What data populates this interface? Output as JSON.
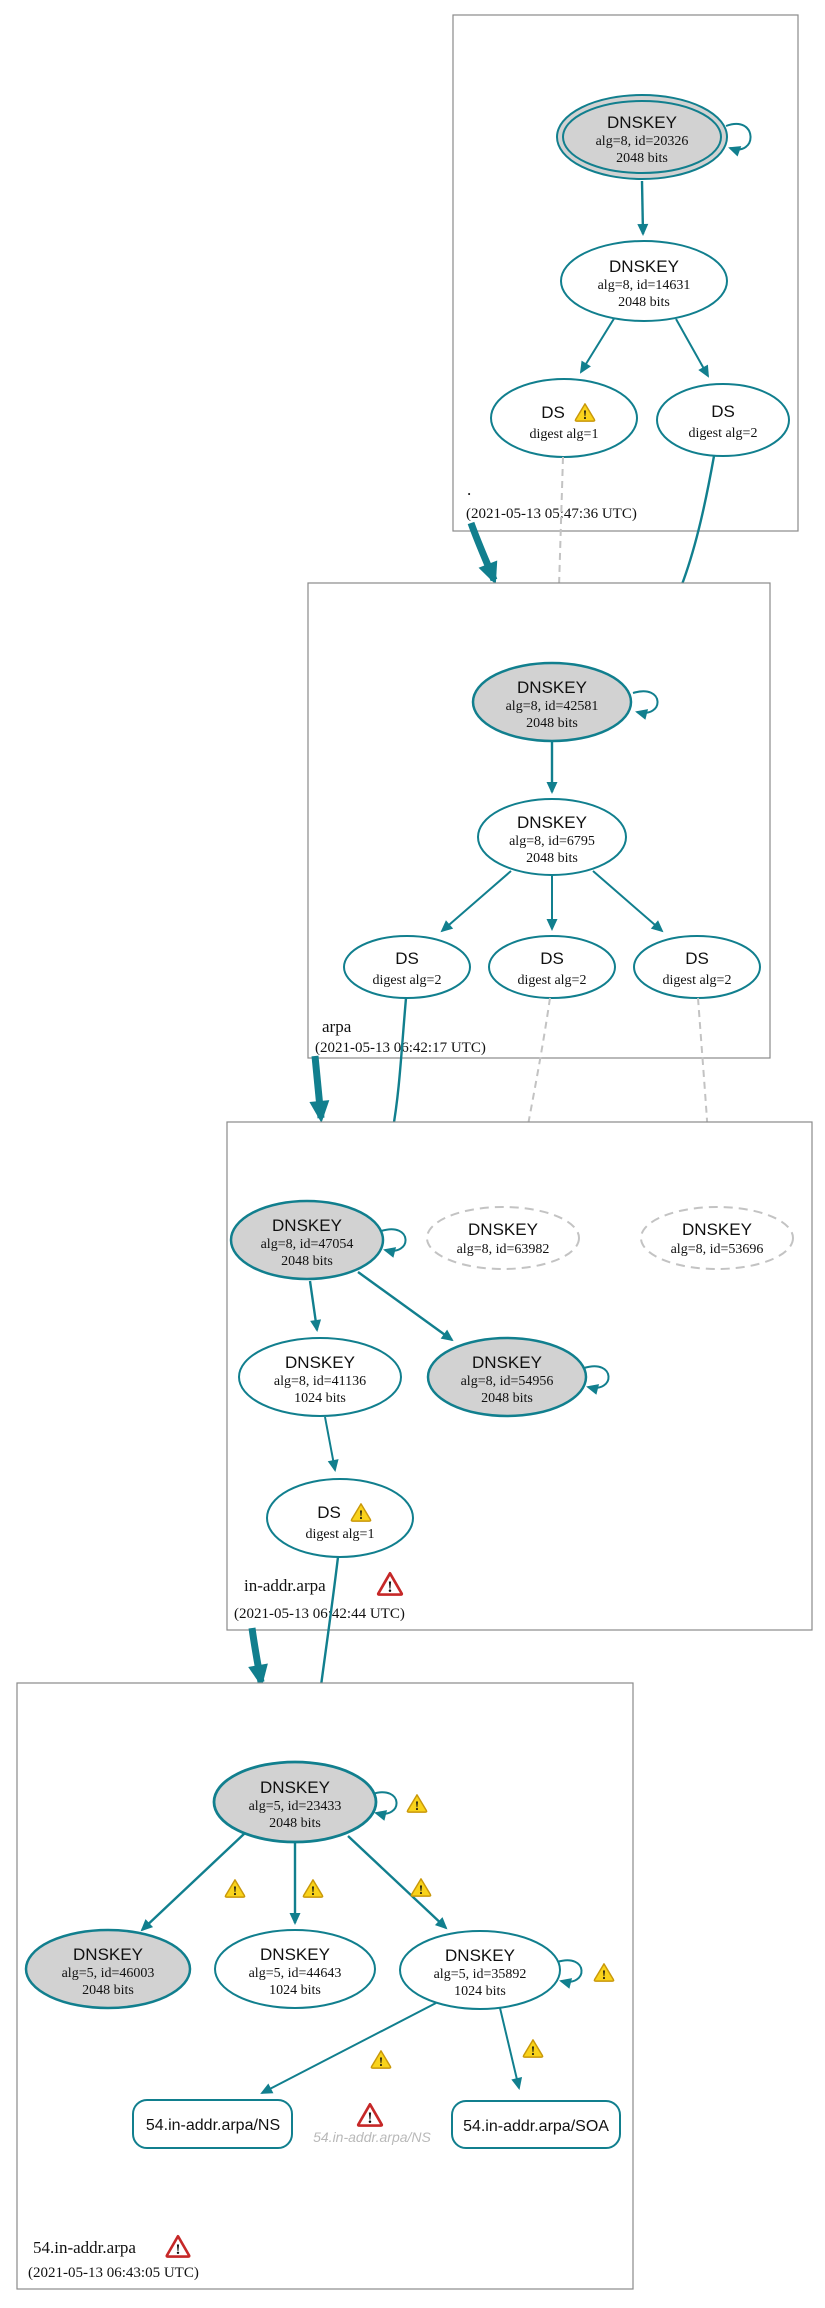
{
  "diagram": {
    "type": "dnssec-authentication-chain",
    "colors": {
      "secure_edge": "#117f8e",
      "node_fill_ksk": "#d2d2d2",
      "node_fill": "#ffffff",
      "cluster_border": "#8a8a8a",
      "insecure_gray": "#c3c3c3",
      "warning_yellow": "#f9d31b",
      "warning_border": "#c9980a",
      "error_red": "#c62828",
      "text": "#111111"
    },
    "icons": {
      "warning_mark": "!",
      "error_mark": "!"
    }
  },
  "zones": [
    {
      "name": ".",
      "timestamp": "(2021-05-13 05:47:36 UTC)",
      "nodes": [
        {
          "title": "DNSKEY",
          "detail": "alg=8, id=20326",
          "bits": "2048 bits"
        },
        {
          "title": "DNSKEY",
          "detail": "alg=8, id=14631",
          "bits": "2048 bits"
        },
        {
          "title": "DS",
          "detail": "digest alg=1"
        },
        {
          "title": "DS",
          "detail": "digest alg=2"
        }
      ]
    },
    {
      "name": "arpa",
      "timestamp": "(2021-05-13 06:42:17 UTC)",
      "nodes": [
        {
          "title": "DNSKEY",
          "detail": "alg=8, id=42581",
          "bits": "2048 bits"
        },
        {
          "title": "DNSKEY",
          "detail": "alg=8, id=6795",
          "bits": "2048 bits"
        },
        {
          "title": "DS",
          "detail": "digest alg=2"
        },
        {
          "title": "DS",
          "detail": "digest alg=2"
        },
        {
          "title": "DS",
          "detail": "digest alg=2"
        }
      ]
    },
    {
      "name": "in-addr.arpa",
      "timestamp": "(2021-05-13 06:42:44 UTC)",
      "nodes": [
        {
          "title": "DNSKEY",
          "detail": "alg=8, id=47054",
          "bits": "2048 bits"
        },
        {
          "title": "DNSKEY",
          "detail": "alg=8, id=63982"
        },
        {
          "title": "DNSKEY",
          "detail": "alg=8, id=53696"
        },
        {
          "title": "DNSKEY",
          "detail": "alg=8, id=41136",
          "bits": "1024 bits"
        },
        {
          "title": "DNSKEY",
          "detail": "alg=8, id=54956",
          "bits": "2048 bits"
        },
        {
          "title": "DS",
          "detail": "digest alg=1"
        }
      ]
    },
    {
      "name": "54.in-addr.arpa",
      "timestamp": "(2021-05-13 06:43:05 UTC)",
      "nodes": [
        {
          "title": "DNSKEY",
          "detail": "alg=5, id=23433",
          "bits": "2048 bits"
        },
        {
          "title": "DNSKEY",
          "detail": "alg=5, id=46003",
          "bits": "2048 bits"
        },
        {
          "title": "DNSKEY",
          "detail": "alg=5, id=44643",
          "bits": "1024 bits"
        },
        {
          "title": "DNSKEY",
          "detail": "alg=5, id=35892",
          "bits": "1024 bits"
        },
        {
          "label": "54.in-addr.arpa/NS"
        },
        {
          "label": "54.in-addr.arpa/SOA"
        },
        {
          "label": "54.in-addr.arpa/NS"
        }
      ]
    }
  ]
}
